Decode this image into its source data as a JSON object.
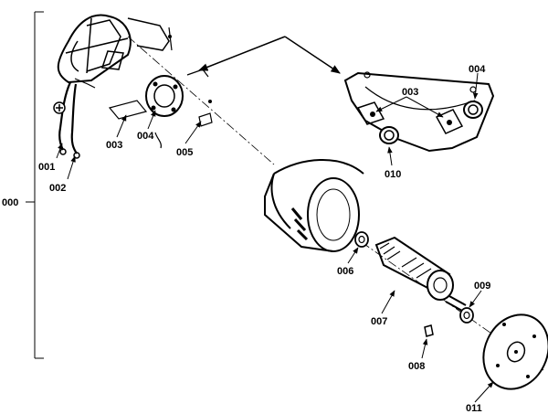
{
  "diagram": {
    "assembly_label": "000",
    "callouts": {
      "p001": "001",
      "p002": "002",
      "p003_left": "003",
      "p004_left": "004",
      "p005": "005",
      "p003_right": "003",
      "p004_right": "004",
      "p010": "010",
      "p006": "006",
      "p007": "007",
      "p009": "009",
      "p008": "008",
      "p011": "011"
    }
  }
}
